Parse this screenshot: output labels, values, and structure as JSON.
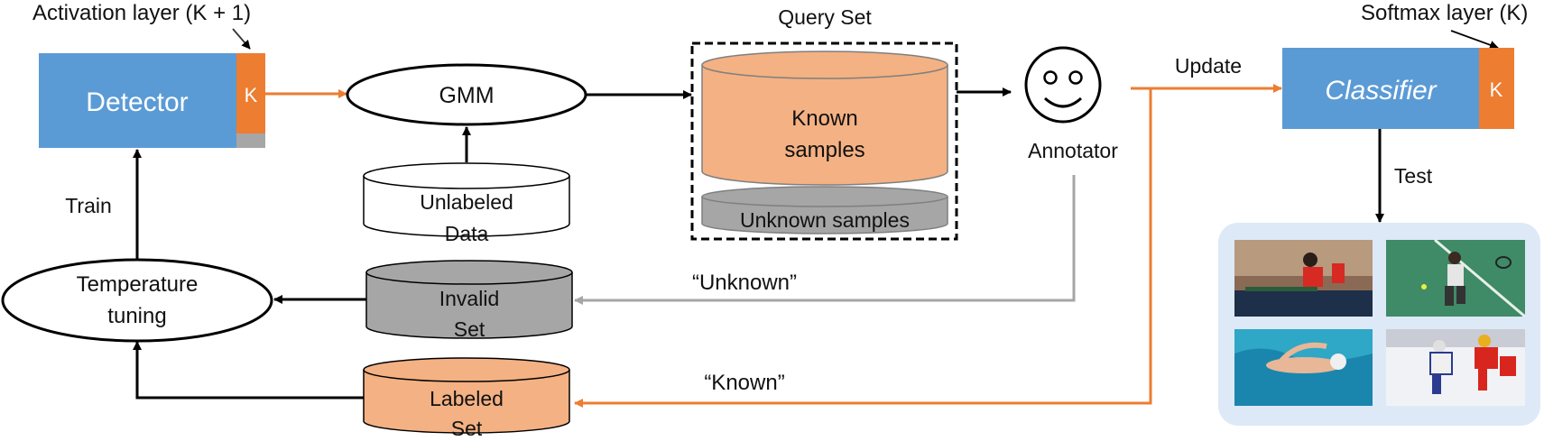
{
  "activation_layer_label": "Activation layer (K + 1)",
  "softmax_layer_label": "Softmax layer (K)",
  "detector": {
    "label": "Detector",
    "k_label": "K"
  },
  "classifier": {
    "label": "Classifier",
    "k_label": "K"
  },
  "gmm_label": "GMM",
  "unlabeled_data": {
    "line1": "Unlabeled",
    "line2": "Data"
  },
  "query_set": {
    "title": "Query Set",
    "known_line1": "Known",
    "known_line2": "samples",
    "unknown_label": "Unknown samples"
  },
  "annotator_label": "Annotator",
  "update_label": "Update",
  "test_label": "Test",
  "train_label": "Train",
  "temperature_tuning": {
    "line1": "Temperature",
    "line2": "tuning"
  },
  "invalid_set": {
    "line1": "Invalid",
    "line2": "Set"
  },
  "labeled_set": {
    "line1": "Labeled",
    "line2": "Set"
  },
  "unknown_feedback_label": "“Unknown”",
  "known_feedback_label": "“Known”",
  "test_images": [
    "table-tennis-photo",
    "tennis-photo",
    "swimming-photo",
    "ice-hockey-photo"
  ],
  "colors": {
    "blue": "#5b9bd5",
    "orange": "#ed7d31",
    "light_orange": "#f4b183",
    "gray": "#a6a6a6",
    "panel": "#dde9f6"
  }
}
